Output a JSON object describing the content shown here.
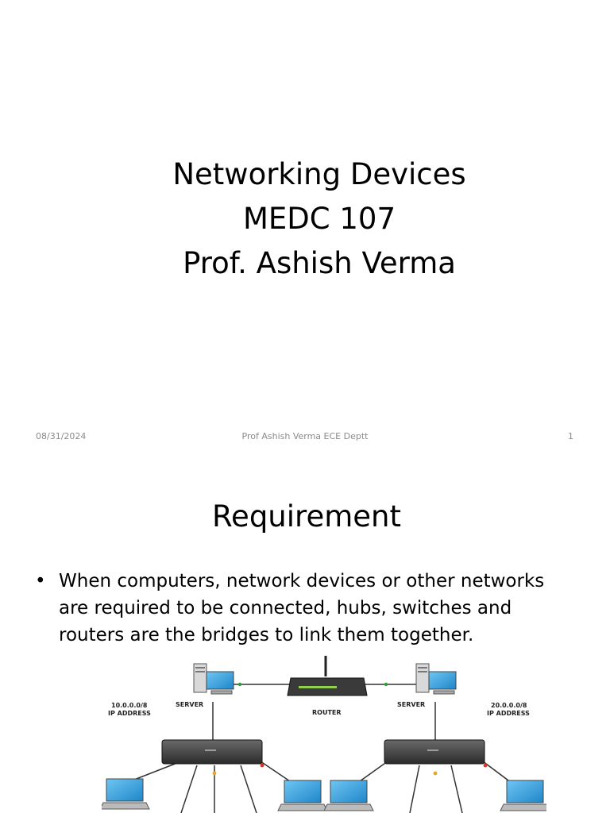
{
  "slide1": {
    "title_lines": [
      "Networking Devices",
      "MEDC 107",
      "Prof. Ashish Verma"
    ],
    "footer": {
      "date": "08/31/2024",
      "center": "Prof Ashish Verma ECE Deptt",
      "page_number": "1"
    }
  },
  "slide2": {
    "title": "Requirement",
    "bullet": "When computers, network devices or other networks are required to be connected, hubs, switches and routers are the bridges to link them together.",
    "diagram": {
      "left_server_label": "SERVER",
      "right_server_label": "SERVER",
      "router_label": "ROUTER",
      "left_network": [
        "10.0.0.0/8",
        "IP ADDRESS"
      ],
      "right_network": [
        "20.0.0.0/8",
        "IP ADDRESS"
      ]
    }
  }
}
